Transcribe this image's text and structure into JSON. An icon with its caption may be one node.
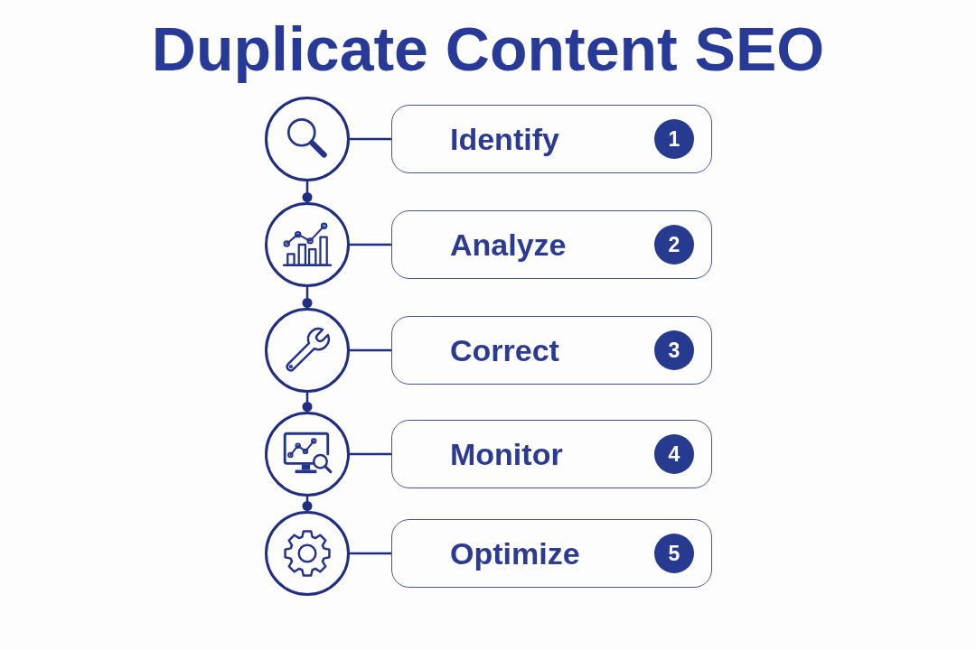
{
  "diagram": {
    "title": "Duplicate Content SEO",
    "nodes": [
      {
        "text": [],
        "shape": "circle"
      },
      {
        "text": [
          "Identify",
          "1"
        ]
      },
      {
        "text": [],
        "shape": "circle"
      },
      {
        "text": [
          "Analyze",
          "2"
        ]
      },
      {
        "text": [],
        "shape": "circle"
      },
      {
        "text": [
          "Correct",
          "3"
        ]
      },
      {
        "text": [],
        "shape": "circle"
      },
      {
        "text": [
          "Monitor",
          "4"
        ]
      },
      {
        "text": [],
        "shape": "circle"
      },
      {
        "text": [
          "Optimize",
          "5"
        ]
      }
    ],
    "edges": [
      {
        "from": 0,
        "to": 1,
        "arrow": "none"
      },
      {
        "from": 0,
        "to": 2,
        "arrow": "other"
      },
      {
        "from": 2,
        "to": 3,
        "arrow": "none"
      },
      {
        "from": 2,
        "to": 4,
        "arrow": "other"
      },
      {
        "from": 4,
        "to": 5,
        "arrow": "none"
      },
      {
        "from": 4,
        "to": 6,
        "arrow": "other"
      },
      {
        "from": 6,
        "to": 7,
        "arrow": "none"
      },
      {
        "from": 6,
        "to": 8,
        "arrow": "other"
      },
      {
        "from": 8,
        "to": 9,
        "arrow": "none"
      }
    ]
  }
}
